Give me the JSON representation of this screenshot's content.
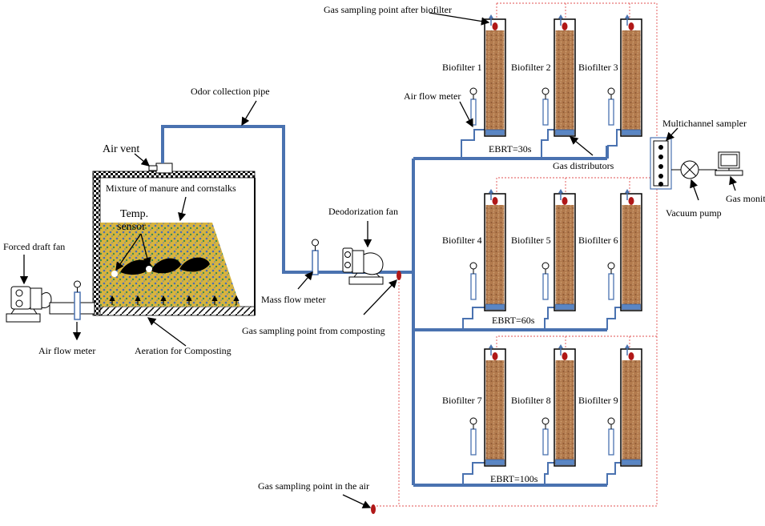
{
  "labels": {
    "gas_sampling_after_biofilter": "Gas sampling point after biofilter",
    "odor_collection_pipe": "Odor collection pipe",
    "air_vent": "Air vent",
    "mixture": "Mixture of manure and cornstalks",
    "temp_sensor_line1": "Temp.",
    "temp_sensor_line2": "sensor",
    "forced_draft_fan": "Forced draft fan",
    "air_flow_meter_left": "Air flow meter",
    "aeration": "Aeration for Composting",
    "mass_flow_meter": "Mass flow meter",
    "deodorization_fan": "Deodorization fan",
    "gas_sampling_from_composting": "Gas sampling point from composting",
    "gas_sampling_in_air": "Gas sampling point in the air",
    "air_flow_meter_top": "Air flow meter",
    "gas_distributors": "Gas distributors",
    "multichannel_sampler": "Multichannel sampler",
    "vacuum_pump": "Vacuum pump",
    "gas_monitor": "Gas monitor"
  },
  "ebrt": [
    "EBRT=30s",
    "EBRT=60s",
    "EBRT=100s"
  ],
  "biofilters": [
    "Biofilter 1",
    "Biofilter 2",
    "Biofilter 3",
    "Biofilter 4",
    "Biofilter 5",
    "Biofilter 6",
    "Biofilter 7",
    "Biofilter 8",
    "Biofilter 9"
  ],
  "colors": {
    "pipe": "#4a72b0",
    "sample_line": "#e05050",
    "sample_point": "#b01818",
    "media": "#b27a4d",
    "compost": "#d4b13a"
  }
}
